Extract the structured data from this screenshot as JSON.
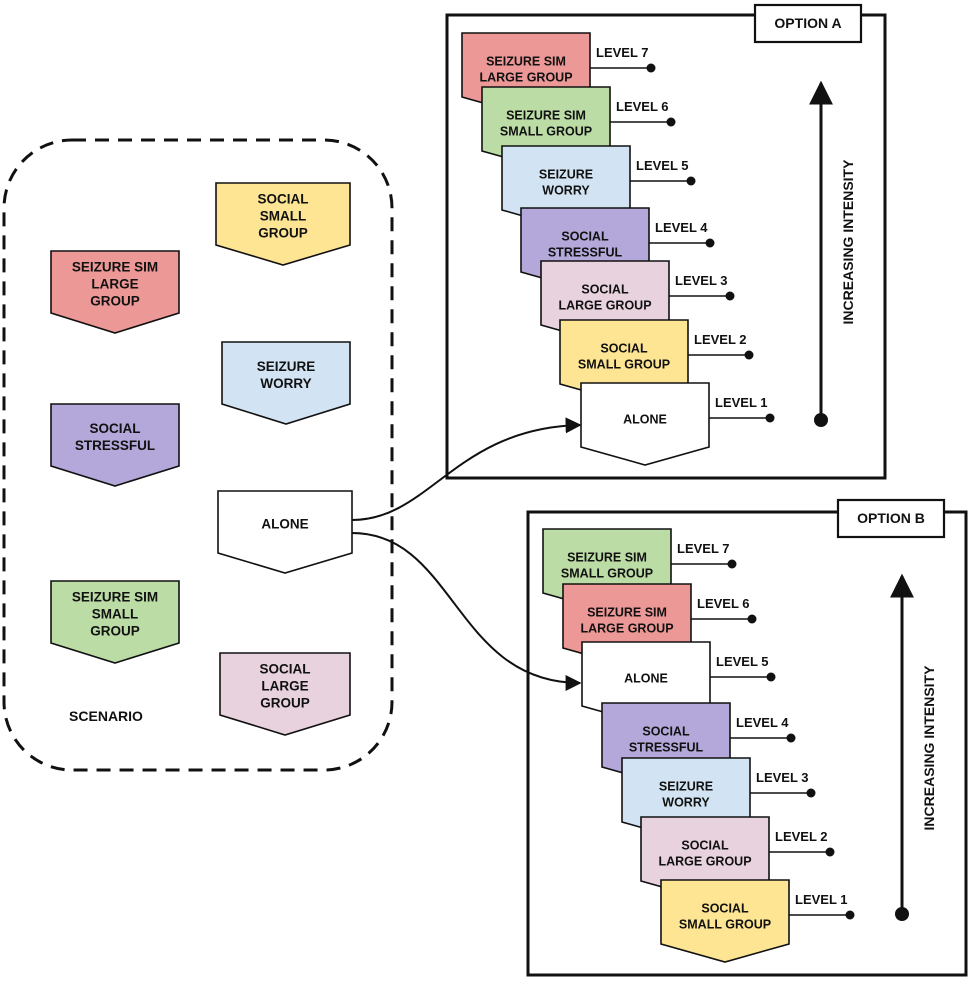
{
  "scenario": {
    "label": "SCENARIO",
    "tiles": [
      {
        "name": "scenario-social-small-group",
        "lines": [
          "SOCIAL",
          "SMALL",
          "GROUP"
        ],
        "color": "#fde594"
      },
      {
        "name": "scenario-seizure-sim-large-group",
        "lines": [
          "SEIZURE SIM",
          "LARGE",
          "GROUP"
        ],
        "color": "#ec9896"
      },
      {
        "name": "scenario-seizure-worry",
        "lines": [
          "SEIZURE",
          "WORRY"
        ],
        "color": "#d2e4f3"
      },
      {
        "name": "scenario-social-stressful",
        "lines": [
          "SOCIAL",
          "STRESSFUL"
        ],
        "color": "#b3a8d9"
      },
      {
        "name": "scenario-alone",
        "lines": [
          "ALONE"
        ],
        "color": "#ffffff"
      },
      {
        "name": "scenario-seizure-sim-small-group",
        "lines": [
          "SEIZURE SIM",
          "SMALL",
          "GROUP"
        ],
        "color": "#bcdca6"
      },
      {
        "name": "scenario-social-large-group",
        "lines": [
          "SOCIAL",
          "LARGE",
          "GROUP"
        ],
        "color": "#e8d2de"
      }
    ]
  },
  "option_a": {
    "title": "OPTION A",
    "axis_label": "INCREASING INTENSITY",
    "steps": [
      {
        "lines": [
          "SEIZURE SIM",
          "LARGE GROUP"
        ],
        "level": "LEVEL 7",
        "color": "#ec9896"
      },
      {
        "lines": [
          "SEIZURE SIM",
          "SMALL GROUP"
        ],
        "level": "LEVEL 6",
        "color": "#bcdca6"
      },
      {
        "lines": [
          "SEIZURE",
          "WORRY"
        ],
        "level": "LEVEL 5",
        "color": "#d2e4f3"
      },
      {
        "lines": [
          "SOCIAL",
          "STRESSFUL"
        ],
        "level": "LEVEL 4",
        "color": "#b3a8d9"
      },
      {
        "lines": [
          "SOCIAL",
          "LARGE GROUP"
        ],
        "level": "LEVEL 3",
        "color": "#e8d2de"
      },
      {
        "lines": [
          "SOCIAL",
          "SMALL GROUP"
        ],
        "level": "LEVEL 2",
        "color": "#fde594"
      },
      {
        "lines": [
          "ALONE"
        ],
        "level": "LEVEL 1",
        "color": "#ffffff"
      }
    ]
  },
  "option_b": {
    "title": "OPTION B",
    "axis_label": "INCREASING INTENSITY",
    "steps": [
      {
        "lines": [
          "SEIZURE SIM",
          "SMALL GROUP"
        ],
        "level": "LEVEL 7",
        "color": "#bcdca6"
      },
      {
        "lines": [
          "SEIZURE SIM",
          "LARGE GROUP"
        ],
        "level": "LEVEL 6",
        "color": "#ec9896"
      },
      {
        "lines": [
          "ALONE"
        ],
        "level": "LEVEL 5",
        "color": "#ffffff"
      },
      {
        "lines": [
          "SOCIAL",
          "STRESSFUL"
        ],
        "level": "LEVEL 4",
        "color": "#b3a8d9"
      },
      {
        "lines": [
          "SEIZURE",
          "WORRY"
        ],
        "level": "LEVEL 3",
        "color": "#d2e4f3"
      },
      {
        "lines": [
          "SOCIAL",
          "LARGE GROUP"
        ],
        "level": "LEVEL 2",
        "color": "#e8d2de"
      },
      {
        "lines": [
          "SOCIAL",
          "SMALL GROUP"
        ],
        "level": "LEVEL 1",
        "color": "#fde594"
      }
    ]
  }
}
